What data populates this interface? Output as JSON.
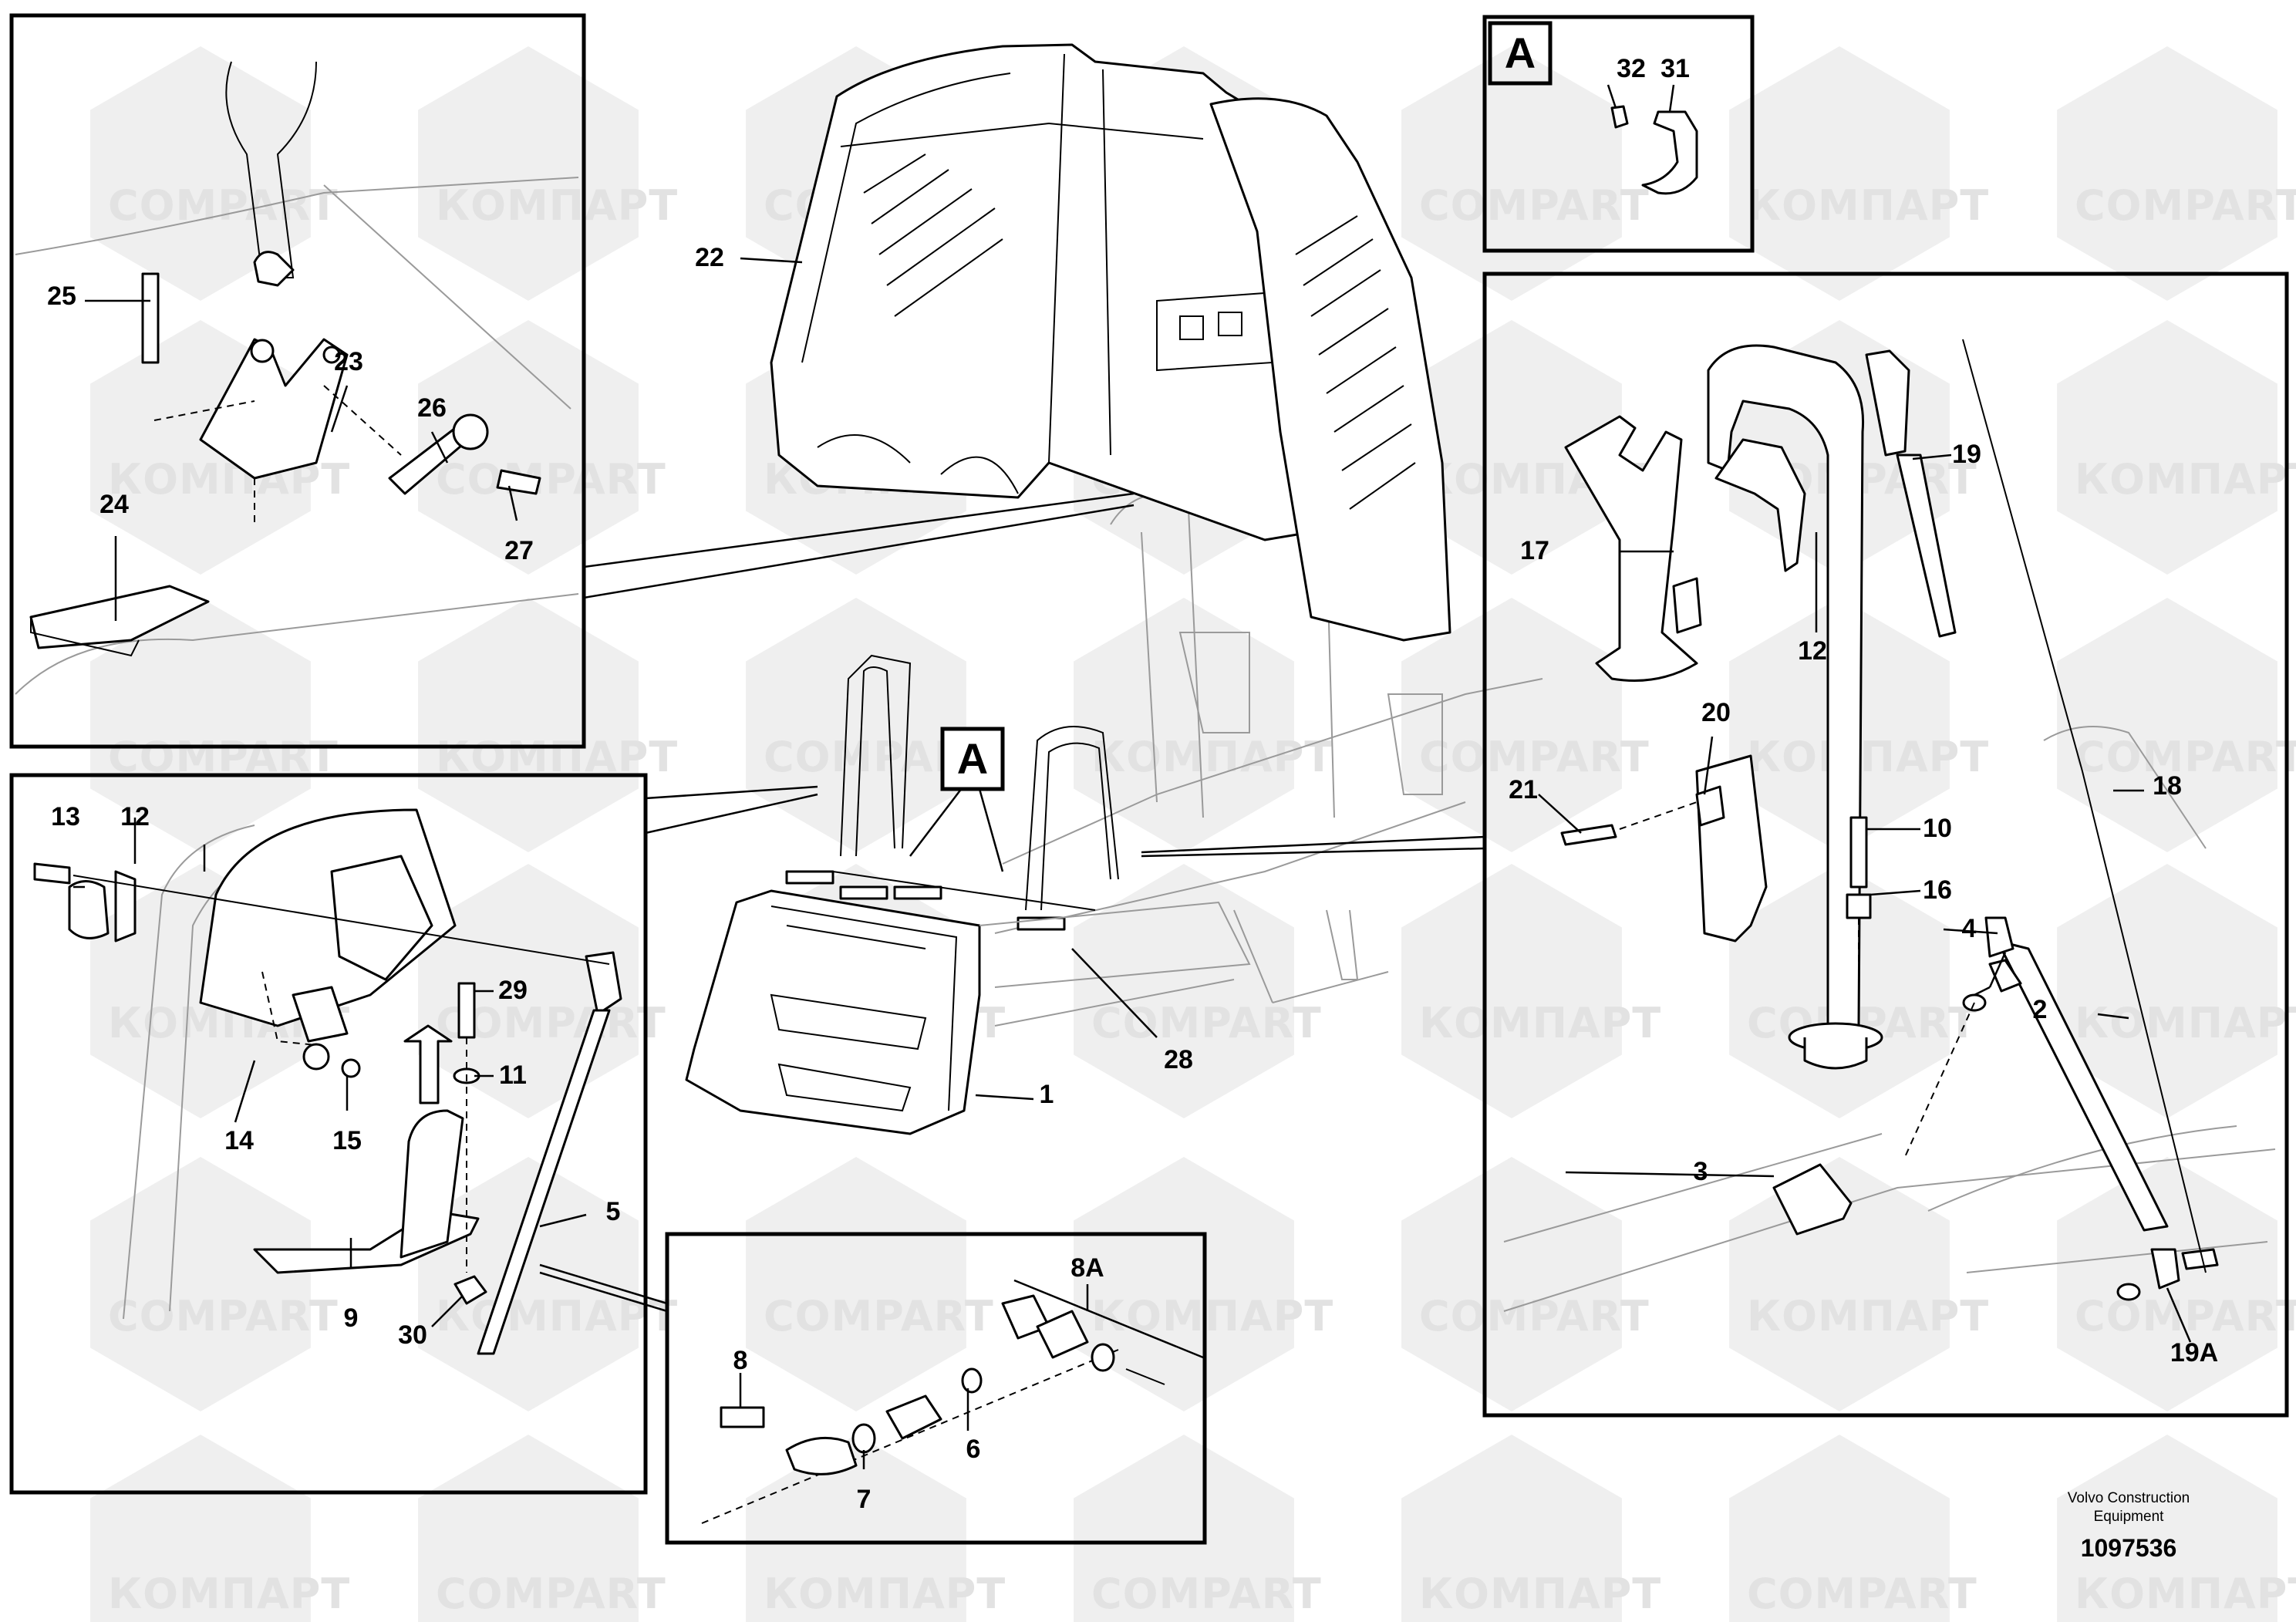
{
  "watermark_text": [
    "COMPART",
    "КОМПАРТ"
  ],
  "detail_markers": {
    "a": "A"
  },
  "callouts": {
    "c1": "1",
    "c2": "2",
    "c3": "3",
    "c4": "4",
    "c5": "5",
    "c6": "6",
    "c7": "7",
    "c8": "8",
    "c8a": "8A",
    "c9": "9",
    "c10": "10",
    "c11": "11",
    "c12": "12",
    "c13": "13",
    "c14": "14",
    "c15": "15",
    "c16": "16",
    "c17": "17",
    "c18": "18",
    "c19": "19",
    "c19a": "19A",
    "c20": "20",
    "c21": "21",
    "c22": "22",
    "c23": "23",
    "c24": "24",
    "c25": "25",
    "c26": "26",
    "c27": "27",
    "c28": "28",
    "c29": "29",
    "c30": "30",
    "c31": "31",
    "c32": "32"
  },
  "footer": {
    "publisher_line1": "Volvo Construction",
    "publisher_line2": "Equipment",
    "drawing_number": "1097536"
  },
  "colors": {
    "line": "#000000",
    "watermark": "#e2e2e2",
    "background": "#ffffff"
  }
}
